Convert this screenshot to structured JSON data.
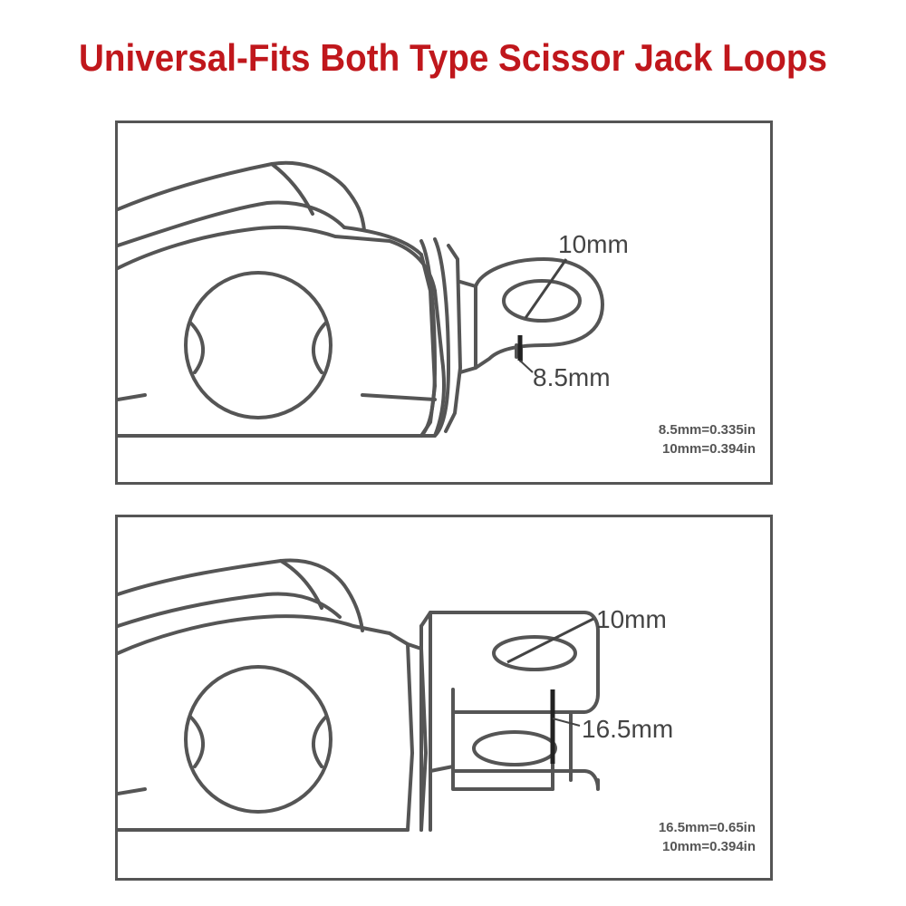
{
  "headline": "Universal-Fits Both Type Scissor Jack Loops",
  "panel_top": {
    "hole_label": "10mm",
    "thickness_label": "8.5mm",
    "conversions": [
      "8.5mm=0.335in",
      "10mm=0.394in"
    ]
  },
  "panel_bottom": {
    "hole_label": "10mm",
    "gap_label": "16.5mm",
    "conversions": [
      "16.5mm=0.65in",
      "10mm=0.394in"
    ]
  },
  "colors": {
    "headline": "#c0171c",
    "line_art": "#555555",
    "text": "#444444"
  }
}
